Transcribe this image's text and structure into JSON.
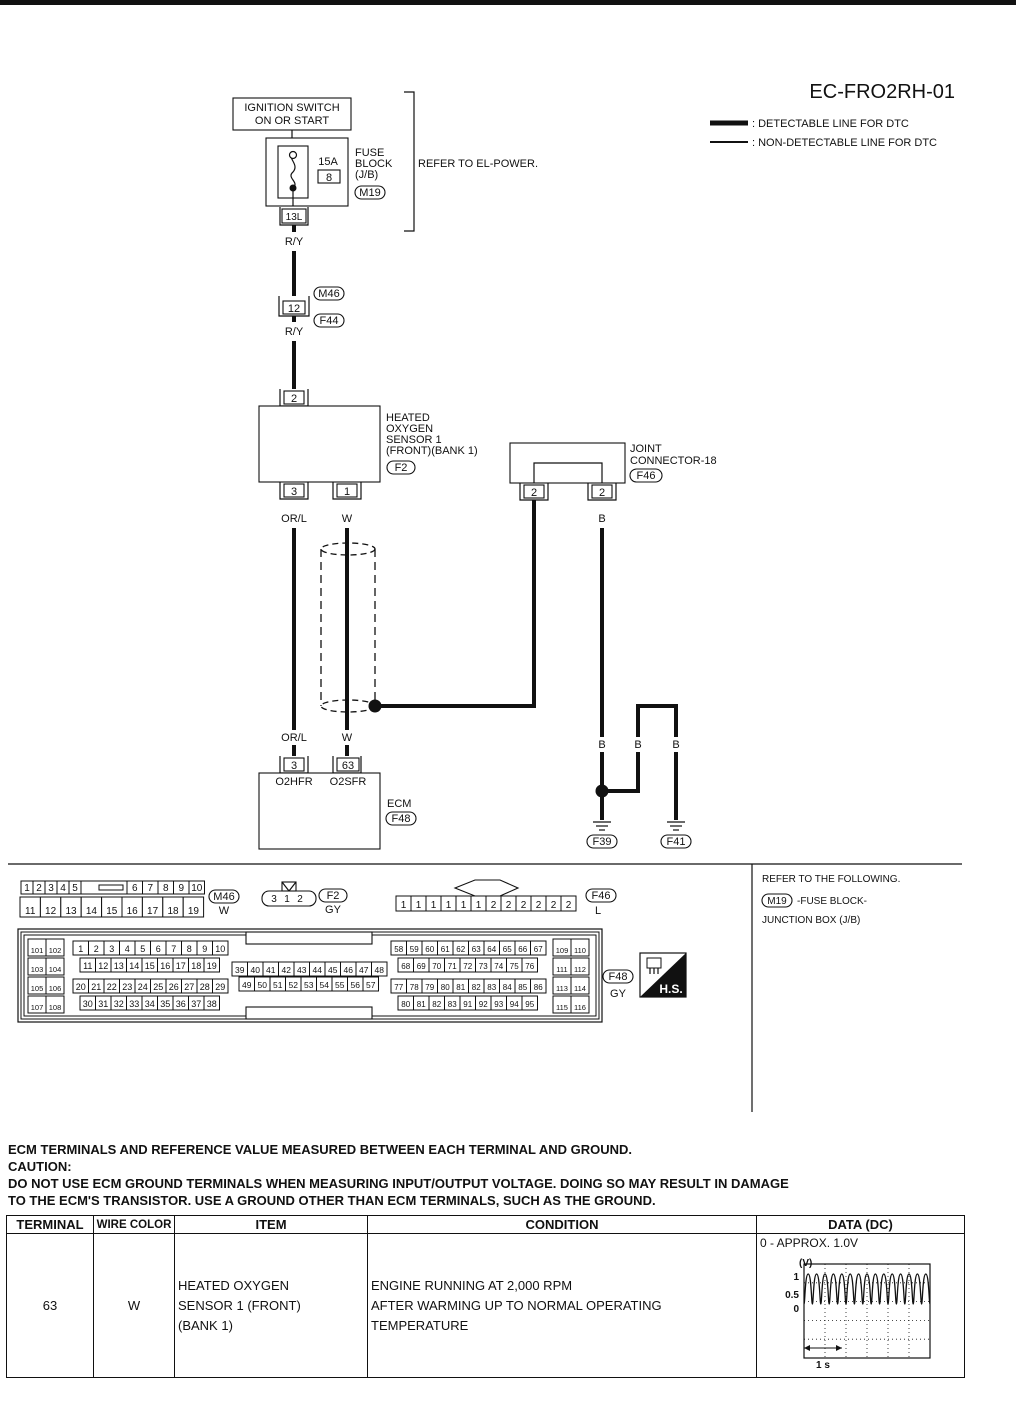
{
  "diagram": {
    "code": "EC-FRO2RH-01",
    "legend": {
      "detectable": ": DETECTABLE LINE FOR DTC",
      "non_detectable": ": NON-DETECTABLE LINE FOR DTC"
    },
    "ignition_switch": {
      "line1": "IGNITION SWITCH",
      "line2": "ON OR START"
    },
    "fuse_block": {
      "amp": "15A",
      "fuse_no": "8",
      "label1": "FUSE",
      "label2": "BLOCK",
      "label3": "(J/B)",
      "connector": "M19",
      "terminal": "13L",
      "refer": "REFER TO EL-POWER."
    },
    "wires": {
      "ry_1": "R/Y",
      "ry_2": "R/Y",
      "orl_1": "OR/L",
      "w_1": "W",
      "b_1": "B",
      "orl_2": "OR/L",
      "w_2": "W",
      "b_2": "B",
      "b_3": "B",
      "b_4": "B"
    },
    "intermediate_connector": {
      "terminal": "12",
      "conn_top": "M46",
      "conn_bottom": "F44"
    },
    "sensor": {
      "line1": "HEATED",
      "line2": "OXYGEN",
      "line3": "SENSOR 1",
      "line4": "(FRONT)(BANK 1)",
      "connector": "F2",
      "pin_top": "2",
      "pin_left": "3",
      "pin_right": "1"
    },
    "joint_connector": {
      "line1": "JOINT",
      "line2": "CONNECTOR-18",
      "connector": "F46",
      "pin_left": "2",
      "pin_right": "2"
    },
    "ecm": {
      "label": "ECM",
      "connector": "F48",
      "pin_left": "3",
      "pin_right": "63",
      "sig_left": "O2HFR",
      "sig_right": "O2SFR"
    },
    "grounds": {
      "g1": "F39",
      "g2": "F41"
    }
  },
  "connectors_panel": {
    "m46": {
      "row1": [
        "1",
        "2",
        "3",
        "4",
        "5",
        "",
        "6",
        "7",
        "8",
        "9",
        "10"
      ],
      "row2": [
        "11",
        "12",
        "13",
        "14",
        "15",
        "16",
        "17",
        "18",
        "19"
      ],
      "id": "M46",
      "color": "W"
    },
    "f2": {
      "pins": [
        "3",
        "1",
        "2"
      ],
      "id": "F2",
      "color": "GY"
    },
    "f46": {
      "pins": [
        "1",
        "1",
        "1",
        "1",
        "1",
        "1",
        "2",
        "2",
        "2",
        "2",
        "2",
        "2"
      ],
      "id": "F46",
      "color": "L"
    },
    "f48": {
      "id": "F48",
      "color": "GY",
      "hs": "H.S.",
      "side_left": [
        [
          "101",
          "102"
        ],
        [
          "103",
          "104"
        ],
        [
          "105",
          "106"
        ],
        [
          "107",
          "108"
        ]
      ],
      "g1": [
        [
          "1",
          "2",
          "3",
          "4",
          "5",
          "6",
          "7",
          "8",
          "9",
          "10"
        ],
        [
          "11",
          "12",
          "13",
          "14",
          "15",
          "16",
          "17",
          "18",
          "19"
        ],
        [
          "20",
          "21",
          "22",
          "23",
          "24",
          "25",
          "26",
          "27",
          "28",
          "29"
        ],
        [
          "30",
          "31",
          "32",
          "33",
          "34",
          "35",
          "36",
          "37",
          "38"
        ]
      ],
      "g2": [
        [
          "39",
          "40",
          "41",
          "42",
          "43",
          "44",
          "45",
          "46",
          "47",
          "48"
        ],
        [
          "49",
          "50",
          "51",
          "52",
          "53",
          "54",
          "55",
          "56",
          "57"
        ]
      ],
      "g3": [
        [
          "58",
          "59",
          "60",
          "61",
          "62",
          "63",
          "64",
          "65",
          "66",
          "67"
        ],
        [
          "68",
          "69",
          "70",
          "71",
          "72",
          "73",
          "74",
          "75",
          "76"
        ],
        [
          "77",
          "78",
          "79",
          "80",
          "81",
          "82",
          "83",
          "84",
          "85",
          "86"
        ],
        [
          "80",
          "81",
          "82",
          "83",
          "91",
          "92",
          "93",
          "94",
          "95"
        ]
      ],
      "side_right": [
        [
          "109",
          "110"
        ],
        [
          "111",
          "112"
        ],
        [
          "113",
          "114"
        ],
        [
          "115",
          "116"
        ]
      ]
    },
    "refer": {
      "line1": "REFER TO THE FOLLOWING.",
      "conn": "M19",
      "line2": "-FUSE BLOCK-",
      "line3": "JUNCTION BOX (J/B)"
    }
  },
  "notes": {
    "line1": "ECM TERMINALS AND REFERENCE VALUE MEASURED BETWEEN EACH TERMINAL AND GROUND.",
    "line2": "CAUTION:",
    "line3": "DO NOT USE ECM GROUND TERMINALS WHEN MEASURING INPUT/OUTPUT VOLTAGE. DOING SO MAY RESULT IN DAMAGE",
    "line4": "TO THE ECM'S TRANSISTOR. USE A GROUND OTHER THAN ECM TERMINALS, SUCH AS THE GROUND."
  },
  "table": {
    "headers": {
      "terminal": "TERMINAL",
      "wire_color": "WIRE COLOR",
      "item": "ITEM",
      "condition": "CONDITION",
      "data": "DATA (DC)"
    },
    "row": {
      "terminal": "63",
      "wire_color": "W",
      "item1": "HEATED OXYGEN",
      "item2": "SENSOR 1 (FRONT)",
      "item3": "(BANK 1)",
      "cond1": "ENGINE RUNNING AT 2,000 RPM",
      "cond2": "AFTER WARMING UP TO NORMAL OPERATING",
      "cond3": "TEMPERATURE",
      "data_value": "0 - APPROX. 1.0V",
      "scope": {
        "unit": "(V)",
        "y1": "1",
        "y05": "0.5",
        "y0": "0",
        "time": "1 s"
      }
    }
  }
}
